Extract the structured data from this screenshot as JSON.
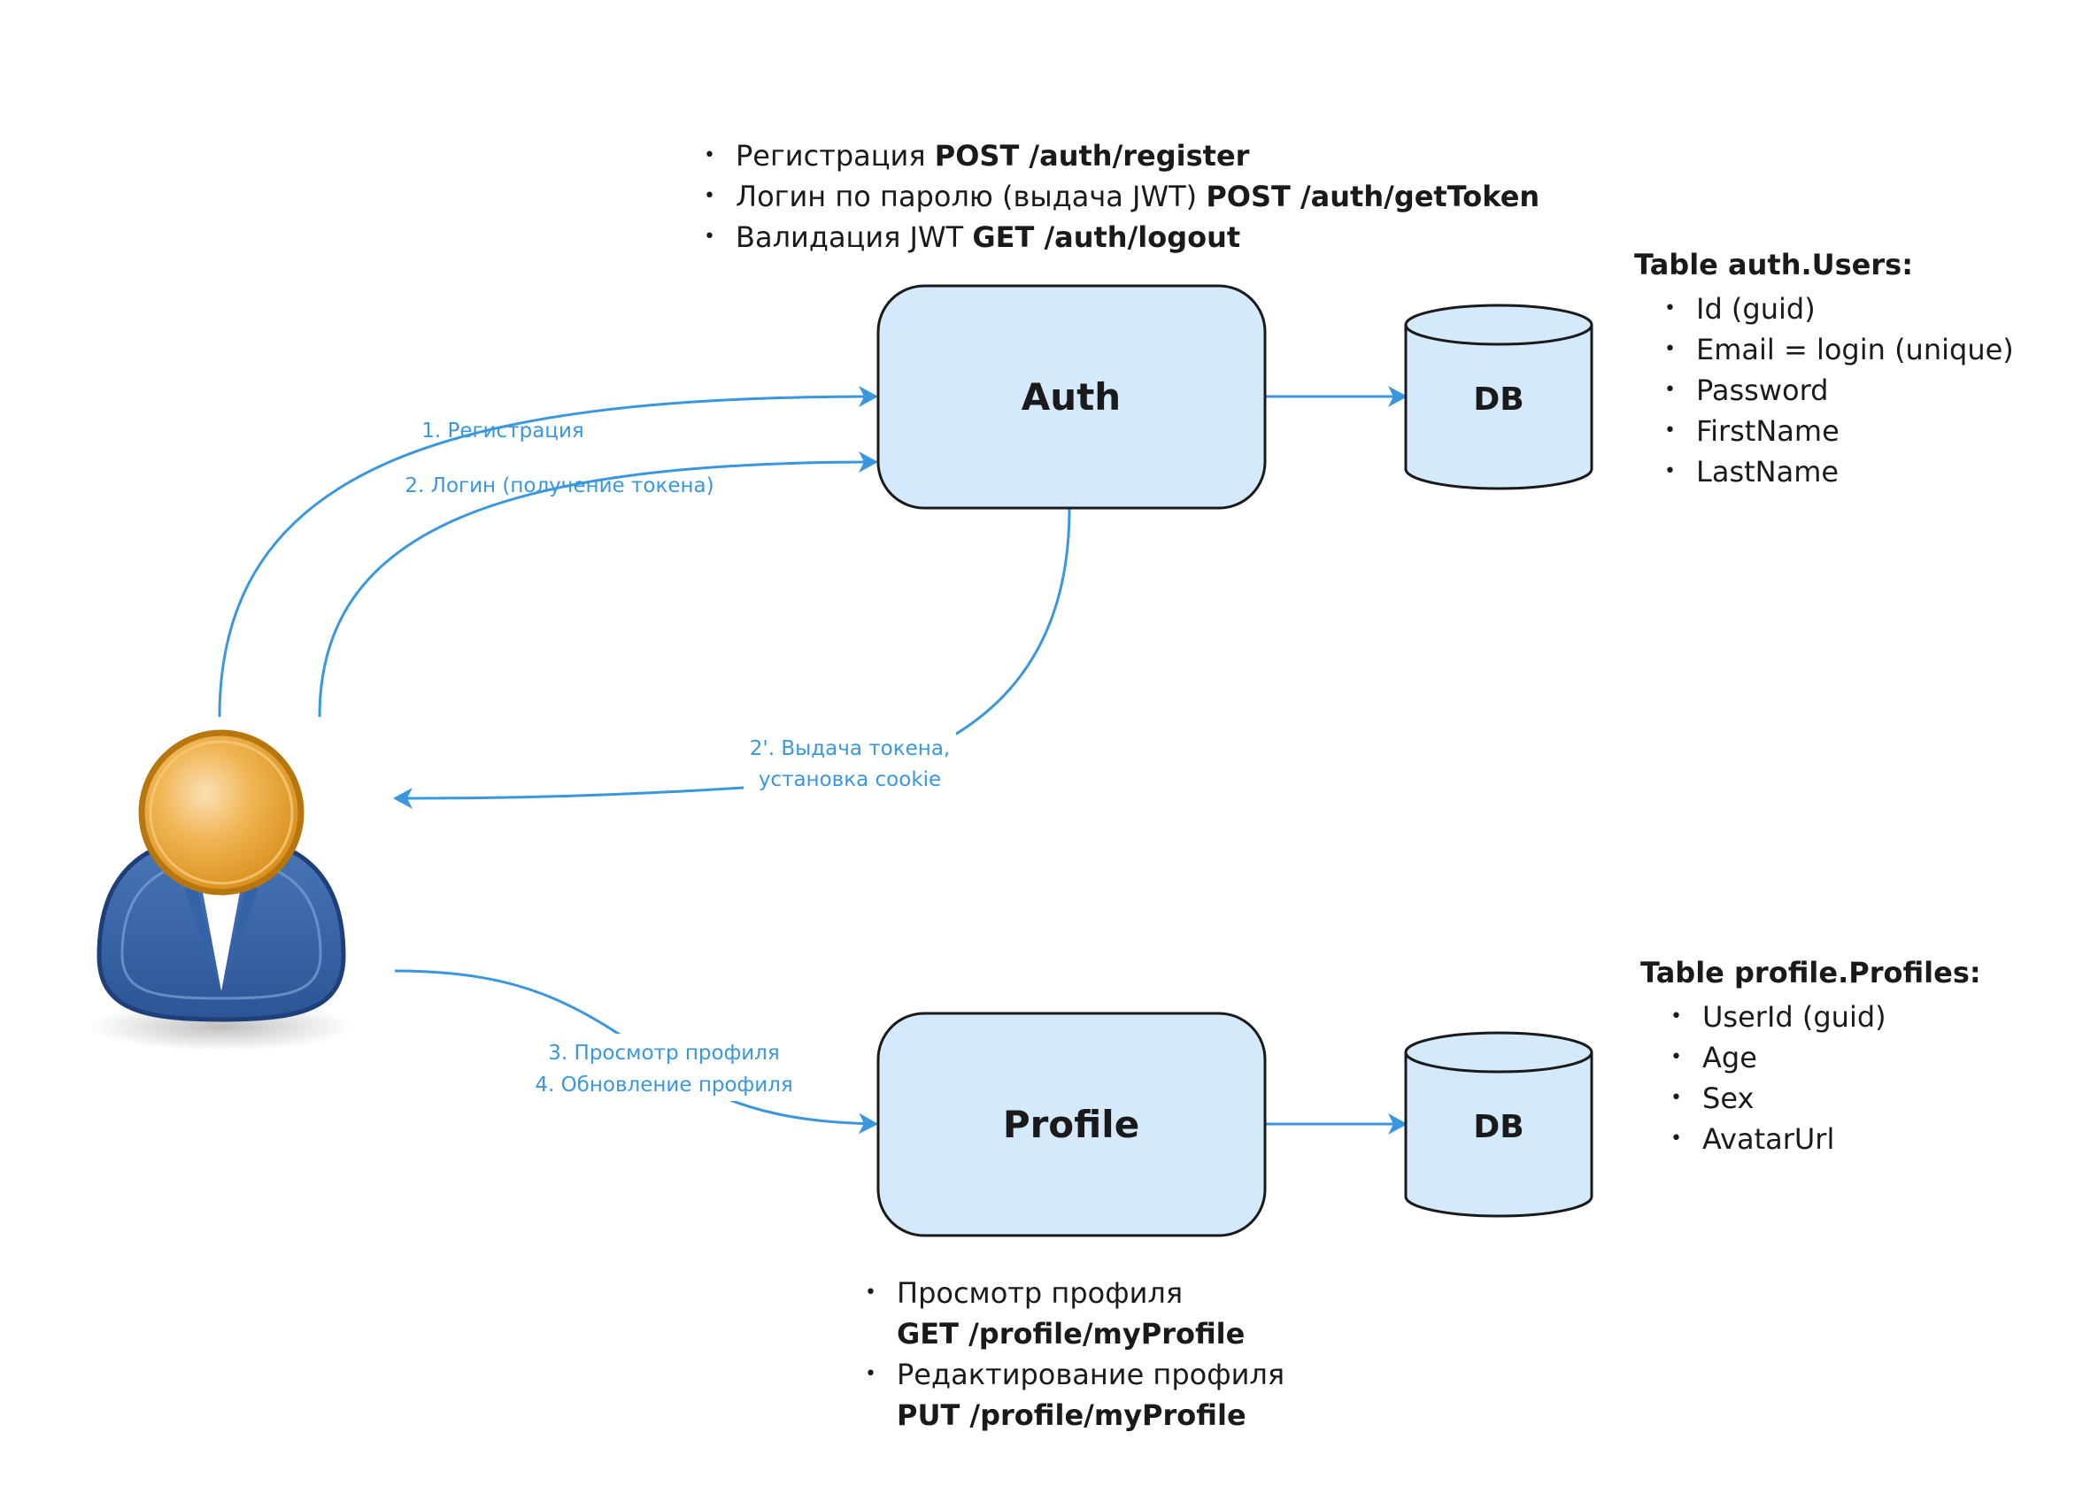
{
  "nodes": {
    "auth": "Auth",
    "profile": "Profile",
    "auth_db": "DB",
    "profile_db": "DB"
  },
  "edges": {
    "register": "1. Регистрация",
    "login": "2. Логин (получение токена)",
    "token_line1": "2'. Выдача токена,",
    "token_line2": "установка cookie",
    "view_profile": "3. Просмотр профиля",
    "update_profile": "4. Обновление профиля"
  },
  "auth_endpoints": [
    {
      "text": "Регистрация ",
      "code": "POST /auth/register"
    },
    {
      "text": "Логин по паролю (выдача JWT) ",
      "code": "POST /auth/getToken"
    },
    {
      "text": "Валидация JWT ",
      "code": "GET /auth/logout"
    }
  ],
  "profile_endpoints": [
    {
      "text": "Просмотр профиля",
      "code": "GET /profile/myProfile"
    },
    {
      "text": "Редактирование профиля",
      "code": "PUT /profile/myProfile"
    }
  ],
  "users_table": {
    "title": "Table auth.Users:",
    "fields": [
      "Id (guid)",
      "Email = login (unique)",
      "Password",
      "FirstName",
      "LastName"
    ]
  },
  "profiles_table": {
    "title": "Table profile.Profiles:",
    "fields": [
      "UserId (guid)",
      "Age",
      "Sex",
      "AvatarUrl"
    ]
  },
  "colors": {
    "arrow": "#3a97dd",
    "node_fill": "#d4e9fb",
    "node_stroke": "#1a1a1a"
  }
}
